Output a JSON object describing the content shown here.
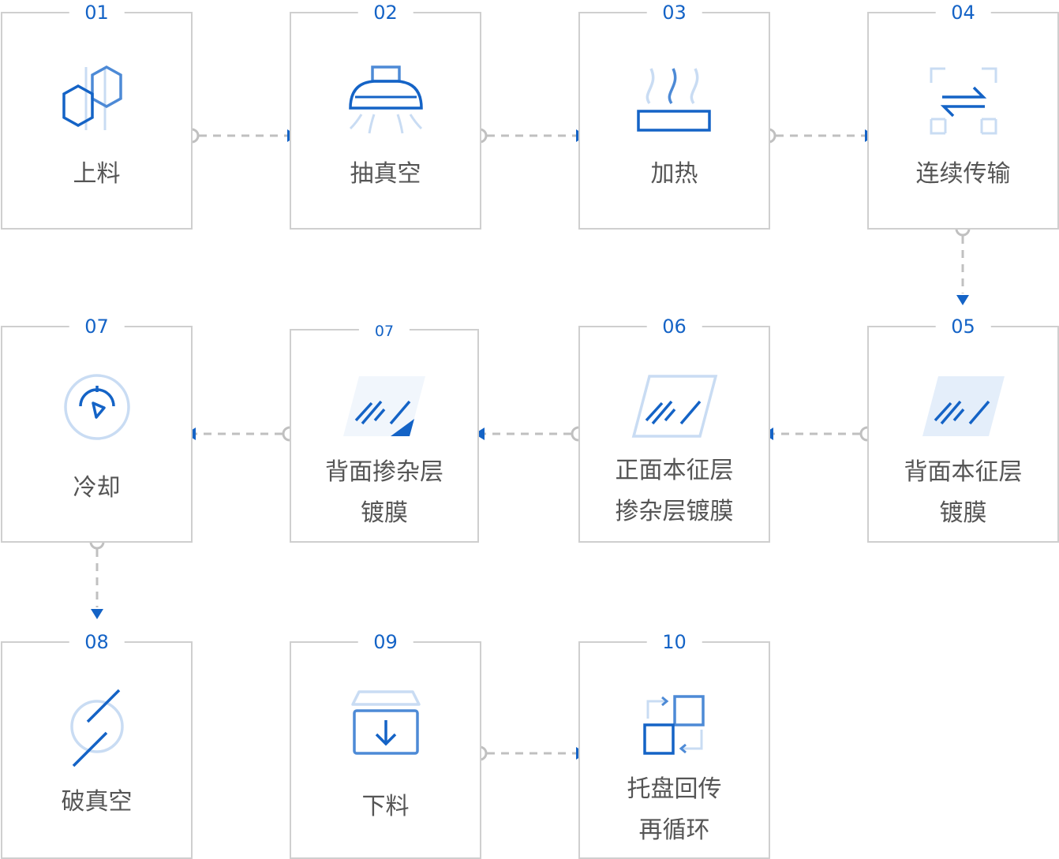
{
  "colors": {
    "accent": "#1463c6",
    "accent_mid": "#4d8ad6",
    "accent_light": "#c9dcf3",
    "border": "#cfcfcf",
    "connector": "#c0c0c0",
    "text": "#555555"
  },
  "steps": [
    {
      "num": "01",
      "icon": "hexagons-icon",
      "lines": [
        "上料"
      ]
    },
    {
      "num": "02",
      "icon": "vacuum-hood-icon",
      "lines": [
        "抽真空"
      ]
    },
    {
      "num": "03",
      "icon": "heating-plate-icon",
      "lines": [
        "加热"
      ]
    },
    {
      "num": "04",
      "icon": "transfer-arrows-icon",
      "lines": [
        "连续传输"
      ]
    },
    {
      "num": "05",
      "icon": "glass-panel-filled-icon",
      "lines": [
        "背面本征层",
        "镀膜"
      ]
    },
    {
      "num": "06",
      "icon": "glass-panel-outline-icon",
      "lines": [
        "正面本征层",
        "掺杂层镀膜"
      ]
    },
    {
      "num": "07",
      "icon": "glass-panel-corner-icon",
      "lines": [
        "背面掺杂层",
        "镀膜"
      ]
    },
    {
      "num": "07",
      "icon": "gauge-icon",
      "lines": [
        "冷却"
      ]
    },
    {
      "num": "08",
      "icon": "circle-slash-icon",
      "lines": [
        "破真空"
      ]
    },
    {
      "num": "09",
      "icon": "unload-tray-icon",
      "lines": [
        "下料"
      ]
    },
    {
      "num": "10",
      "icon": "cycle-squares-icon",
      "lines": [
        "托盘回传",
        "再循环"
      ]
    }
  ]
}
